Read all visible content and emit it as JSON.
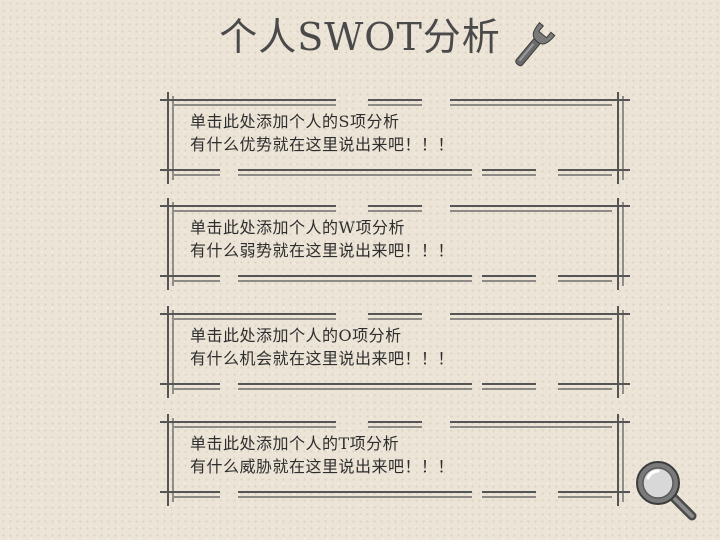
{
  "slide": {
    "title": "个人SWOT分析",
    "icons": {
      "wrench": "wrench-icon",
      "magnifier": "magnifier-icon"
    },
    "colors": {
      "background": "#ece4d6",
      "text": "#2e2e2e",
      "frame": "#555555"
    }
  },
  "panels": [
    {
      "line1": "单击此处添加个人的S项分析",
      "line2": "有什么优势就在这里说出来吧！！！"
    },
    {
      "line1": "单击此处添加个人的W项分析",
      "line2": "有什么弱势就在这里说出来吧！！！"
    },
    {
      "line1": "单击此处添加个人的O项分析",
      "line2": "有什么机会就在这里说出来吧！！！"
    },
    {
      "line1": "单击此处添加个人的T项分析",
      "line2": "有什么威胁就在这里说出来吧！！！"
    }
  ]
}
